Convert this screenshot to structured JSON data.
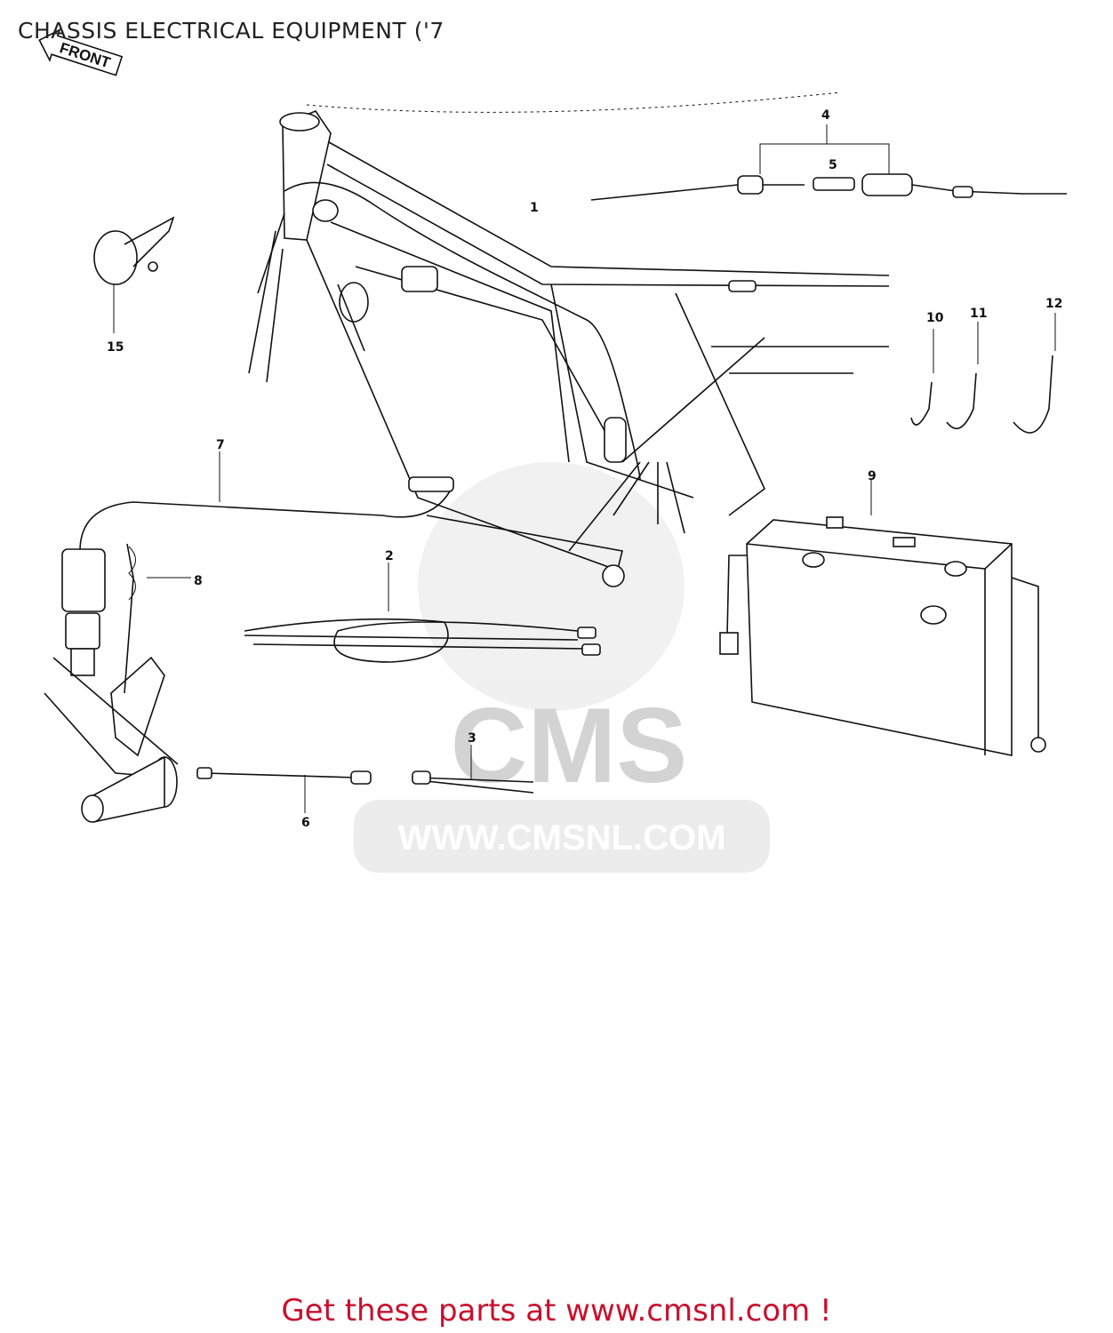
{
  "title": "CHASSIS ELECTRICAL EQUIPMENT ('7",
  "front_arrow_label": "FRONT",
  "watermark": {
    "logo_text": "CMS",
    "url_text": "WWW.CMSNL.COM"
  },
  "callouts": [
    {
      "id": "c1",
      "label": "1"
    },
    {
      "id": "c2",
      "label": "2"
    },
    {
      "id": "c3",
      "label": "3"
    },
    {
      "id": "c4",
      "label": "4"
    },
    {
      "id": "c5",
      "label": "5"
    },
    {
      "id": "c6",
      "label": "6"
    },
    {
      "id": "c7",
      "label": "7"
    },
    {
      "id": "c8",
      "label": "8"
    },
    {
      "id": "c9",
      "label": "9"
    },
    {
      "id": "c10",
      "label": "10"
    },
    {
      "id": "c11",
      "label": "11"
    },
    {
      "id": "c12",
      "label": "12"
    },
    {
      "id": "c15",
      "label": "15"
    }
  ],
  "footer_text": "Get these parts at www.cmsnl.com !",
  "colors": {
    "footer": "#c8102e",
    "line": "#111111",
    "watermark": "#dcdcdc"
  }
}
